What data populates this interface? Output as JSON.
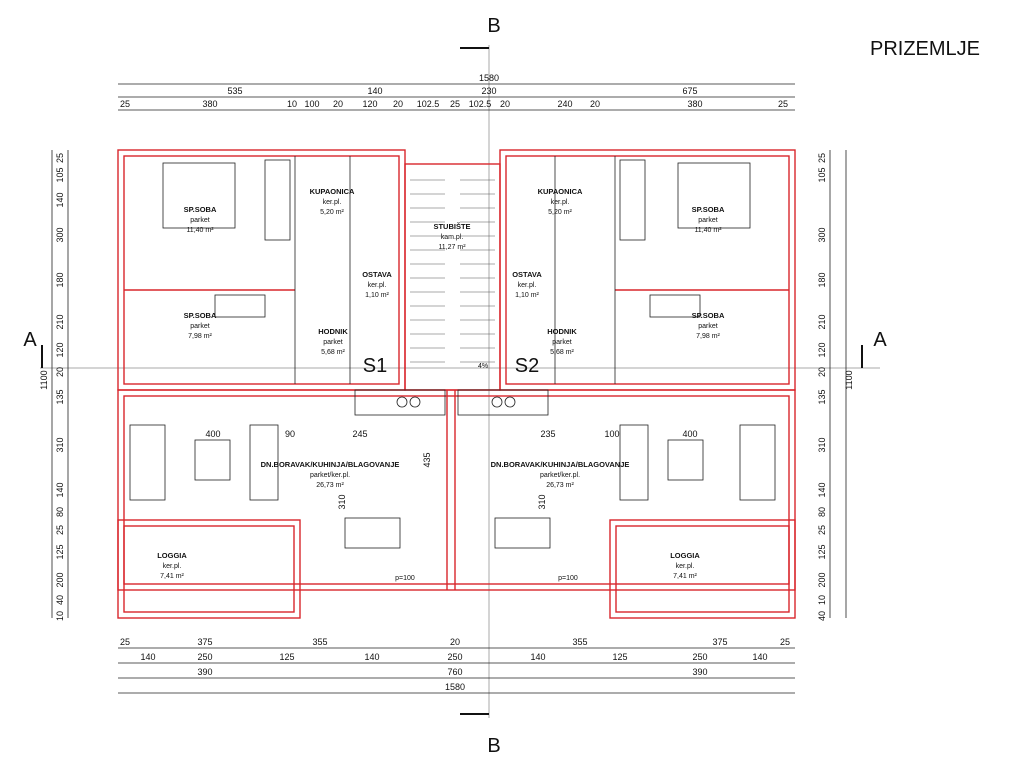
{
  "title": "PRIZEMLJE",
  "section_labels": {
    "b_top": "B",
    "b_bottom": "B",
    "a_left": "A",
    "a_right": "A"
  },
  "units": {
    "s1": "S1",
    "s2": "S2"
  },
  "dimensions": {
    "top_total": "1580",
    "top_row1": [
      "535",
      "140",
      "230",
      "675"
    ],
    "top_row2": [
      "25",
      "380",
      "10",
      "100",
      "20",
      "120",
      "20",
      "102.5",
      "25",
      "102.5",
      "20",
      "240",
      "20",
      "380",
      "25"
    ],
    "bottom_row1": [
      "25",
      "375",
      "355",
      "20",
      "355",
      "375",
      "25"
    ],
    "bottom_row2": [
      "140",
      "250",
      "125",
      "140",
      "250",
      "140",
      "125",
      "250",
      "140"
    ],
    "bottom_row3": [
      "390",
      "760",
      "390"
    ],
    "bottom_total": "1580",
    "left_side": [
      "25",
      "105",
      "140",
      "300",
      "180",
      "210",
      "120",
      "20",
      "135",
      "310",
      "140",
      "80",
      "25",
      "125",
      "200",
      "40",
      "10"
    ],
    "left_total": "1100",
    "right_side": [
      "25",
      "105",
      "300",
      "180",
      "210",
      "120",
      "20",
      "135",
      "310",
      "140",
      "80",
      "25",
      "125",
      "200",
      "10",
      "40"
    ],
    "right_total": "1100",
    "living": [
      "90",
      "245",
      "235",
      "100"
    ],
    "living_depth": [
      "310",
      "435",
      "310"
    ]
  },
  "rooms": [
    {
      "name": "SP.SOBA",
      "floor": "parket",
      "area": "11,40 m²"
    },
    {
      "name": "SP.SOBA",
      "floor": "parket",
      "area": "7,98 m²"
    },
    {
      "name": "KUPAONICA",
      "floor": "ker.pl.",
      "area": "5,20 m²"
    },
    {
      "name": "OSTAVA",
      "floor": "ker.pl.",
      "area": "1,10 m²"
    },
    {
      "name": "HODNIK",
      "floor": "parket",
      "area": "5,68 m²"
    },
    {
      "name": "STUBIŠTE",
      "floor": "kam.pl.",
      "area": "11,27 m²"
    },
    {
      "name": "DN.BORAVAK/KUHINJA/BLAGOVANJE",
      "floor": "parket/ker.pl.",
      "area": "26,73 m²"
    },
    {
      "name": "LOGGIA",
      "floor": "ker.pl.",
      "area": "7,41 m²"
    },
    {
      "name": "KUPAONICA",
      "floor": "ker.pl.",
      "area": "5,20 m²"
    },
    {
      "name": "OSTAVA",
      "floor": "ker.pl.",
      "area": "1,10 m²"
    },
    {
      "name": "HODNIK",
      "floor": "parket",
      "area": "5,68 m²"
    },
    {
      "name": "SP.SOBA",
      "floor": "parket",
      "area": "11,40 m²"
    },
    {
      "name": "SP.SOBA",
      "floor": "parket",
      "area": "7,98 m²"
    },
    {
      "name": "DN.BORAVAK/KUHINJA/BLAGOVANJE",
      "floor": "parket/ker.pl.",
      "area": "26,73 m²"
    },
    {
      "name": "LOGGIA",
      "floor": "ker.pl.",
      "area": "7,41 m²"
    }
  ],
  "misc": {
    "table_left": "400",
    "table_right": "400",
    "door_left": "p=100",
    "door_right": "p=100",
    "stair_level": "4%"
  },
  "colors": {
    "wall": "#d9262c",
    "line": "#222222"
  }
}
